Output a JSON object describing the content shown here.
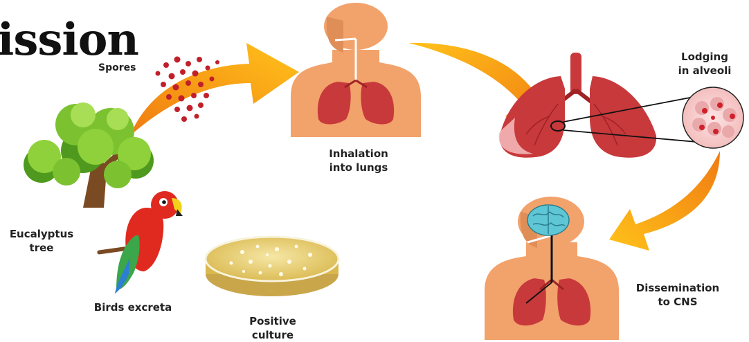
{
  "heading": "ission",
  "labels": {
    "spores": "Spores",
    "inhalation": [
      "Inhalation",
      "into lungs"
    ],
    "lodging": [
      "Lodging",
      "in alveoli"
    ],
    "eucalyptus": [
      "Eucalyptus",
      "tree"
    ],
    "birds": "Birds excreta",
    "culture": [
      "Positive",
      "culture"
    ],
    "dissemination": [
      "Dissemination",
      "to CNS"
    ]
  },
  "colors": {
    "arrow_dark": "#f07b12",
    "arrow_light": "#ffc21a",
    "skin": "#f2a26b",
    "skin_shade": "#e08e58",
    "lung": "#c8393b",
    "lung_dark": "#9e2226",
    "spore": "#c0202a",
    "foliage": "#7cc230",
    "foliage_dark": "#4f9a1e",
    "trunk": "#7a4a22",
    "parrot_red": "#e02a1f",
    "parrot_green": "#3ba64a",
    "parrot_blue": "#2e7fd1",
    "dish": "#e9d07a",
    "brain": "#5fc6d6"
  },
  "icons": [
    "spores-icon",
    "tree-icon",
    "parrot-icon",
    "petri-dish-icon",
    "torso-inhalation-icon",
    "lungs-icon",
    "alveoli-icon",
    "torso-cns-icon",
    "brain-icon"
  ]
}
